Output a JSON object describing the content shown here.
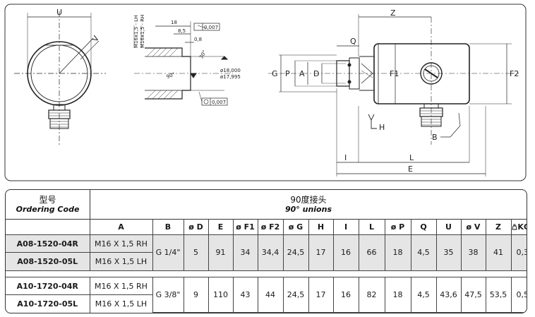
{
  "drawing": {
    "labels": {
      "U": "U",
      "V": "V",
      "Z": "Z",
      "Q": "Q",
      "G": "G",
      "P": "P",
      "A": "A",
      "D": "D",
      "F1": "F1",
      "F2": "F2",
      "H": "H",
      "B": "B",
      "I": "I",
      "L": "L",
      "E": "E"
    },
    "detail": {
      "dim18": "18",
      "dim85": "8,5",
      "dim08": "0,8",
      "thread_lh": "M16x1,5 - LH",
      "thread_rh": "M16x1,5 - RH",
      "tol_top": "0,007",
      "tol_bottom": "0,007",
      "dia_max": "ø18,000",
      "dia_min": "ø17,995",
      "chamfer": "30°",
      "angle": "90°"
    }
  },
  "table": {
    "header_cn": "型号",
    "header_en": "Ordering Code",
    "title_cn": "90度接头",
    "title_en": "90° unions",
    "columns": [
      "A",
      "B",
      "ø D",
      "E",
      "ø F1",
      "ø F2",
      "ø G",
      "H",
      "I",
      "L",
      "ø P",
      "Q",
      "U",
      "ø V",
      "Z",
      "KG."
    ],
    "groups": [
      {
        "codes": [
          "A08-1520-04R",
          "A08-1520-05L"
        ],
        "threads": [
          "M16 X 1,5  RH",
          "M16 X 1,5  LH"
        ],
        "values": [
          "G 1/4\"",
          "5",
          "91",
          "34",
          "34,4",
          "24,5",
          "17",
          "16",
          "66",
          "18",
          "4,5",
          "35",
          "38",
          "41",
          "0,3"
        ]
      },
      {
        "codes": [
          "A10-1720-04R",
          "A10-1720-05L"
        ],
        "threads": [
          "M16 X 1,5  RH",
          "M16 X 1,5  LH"
        ],
        "values": [
          "G 3/8\"",
          "9",
          "110",
          "43",
          "44",
          "24,5",
          "17",
          "16",
          "82",
          "18",
          "4,5",
          "43,6",
          "47,5",
          "53,5",
          "0,5"
        ]
      }
    ],
    "weight_icon": "weight-icon"
  }
}
